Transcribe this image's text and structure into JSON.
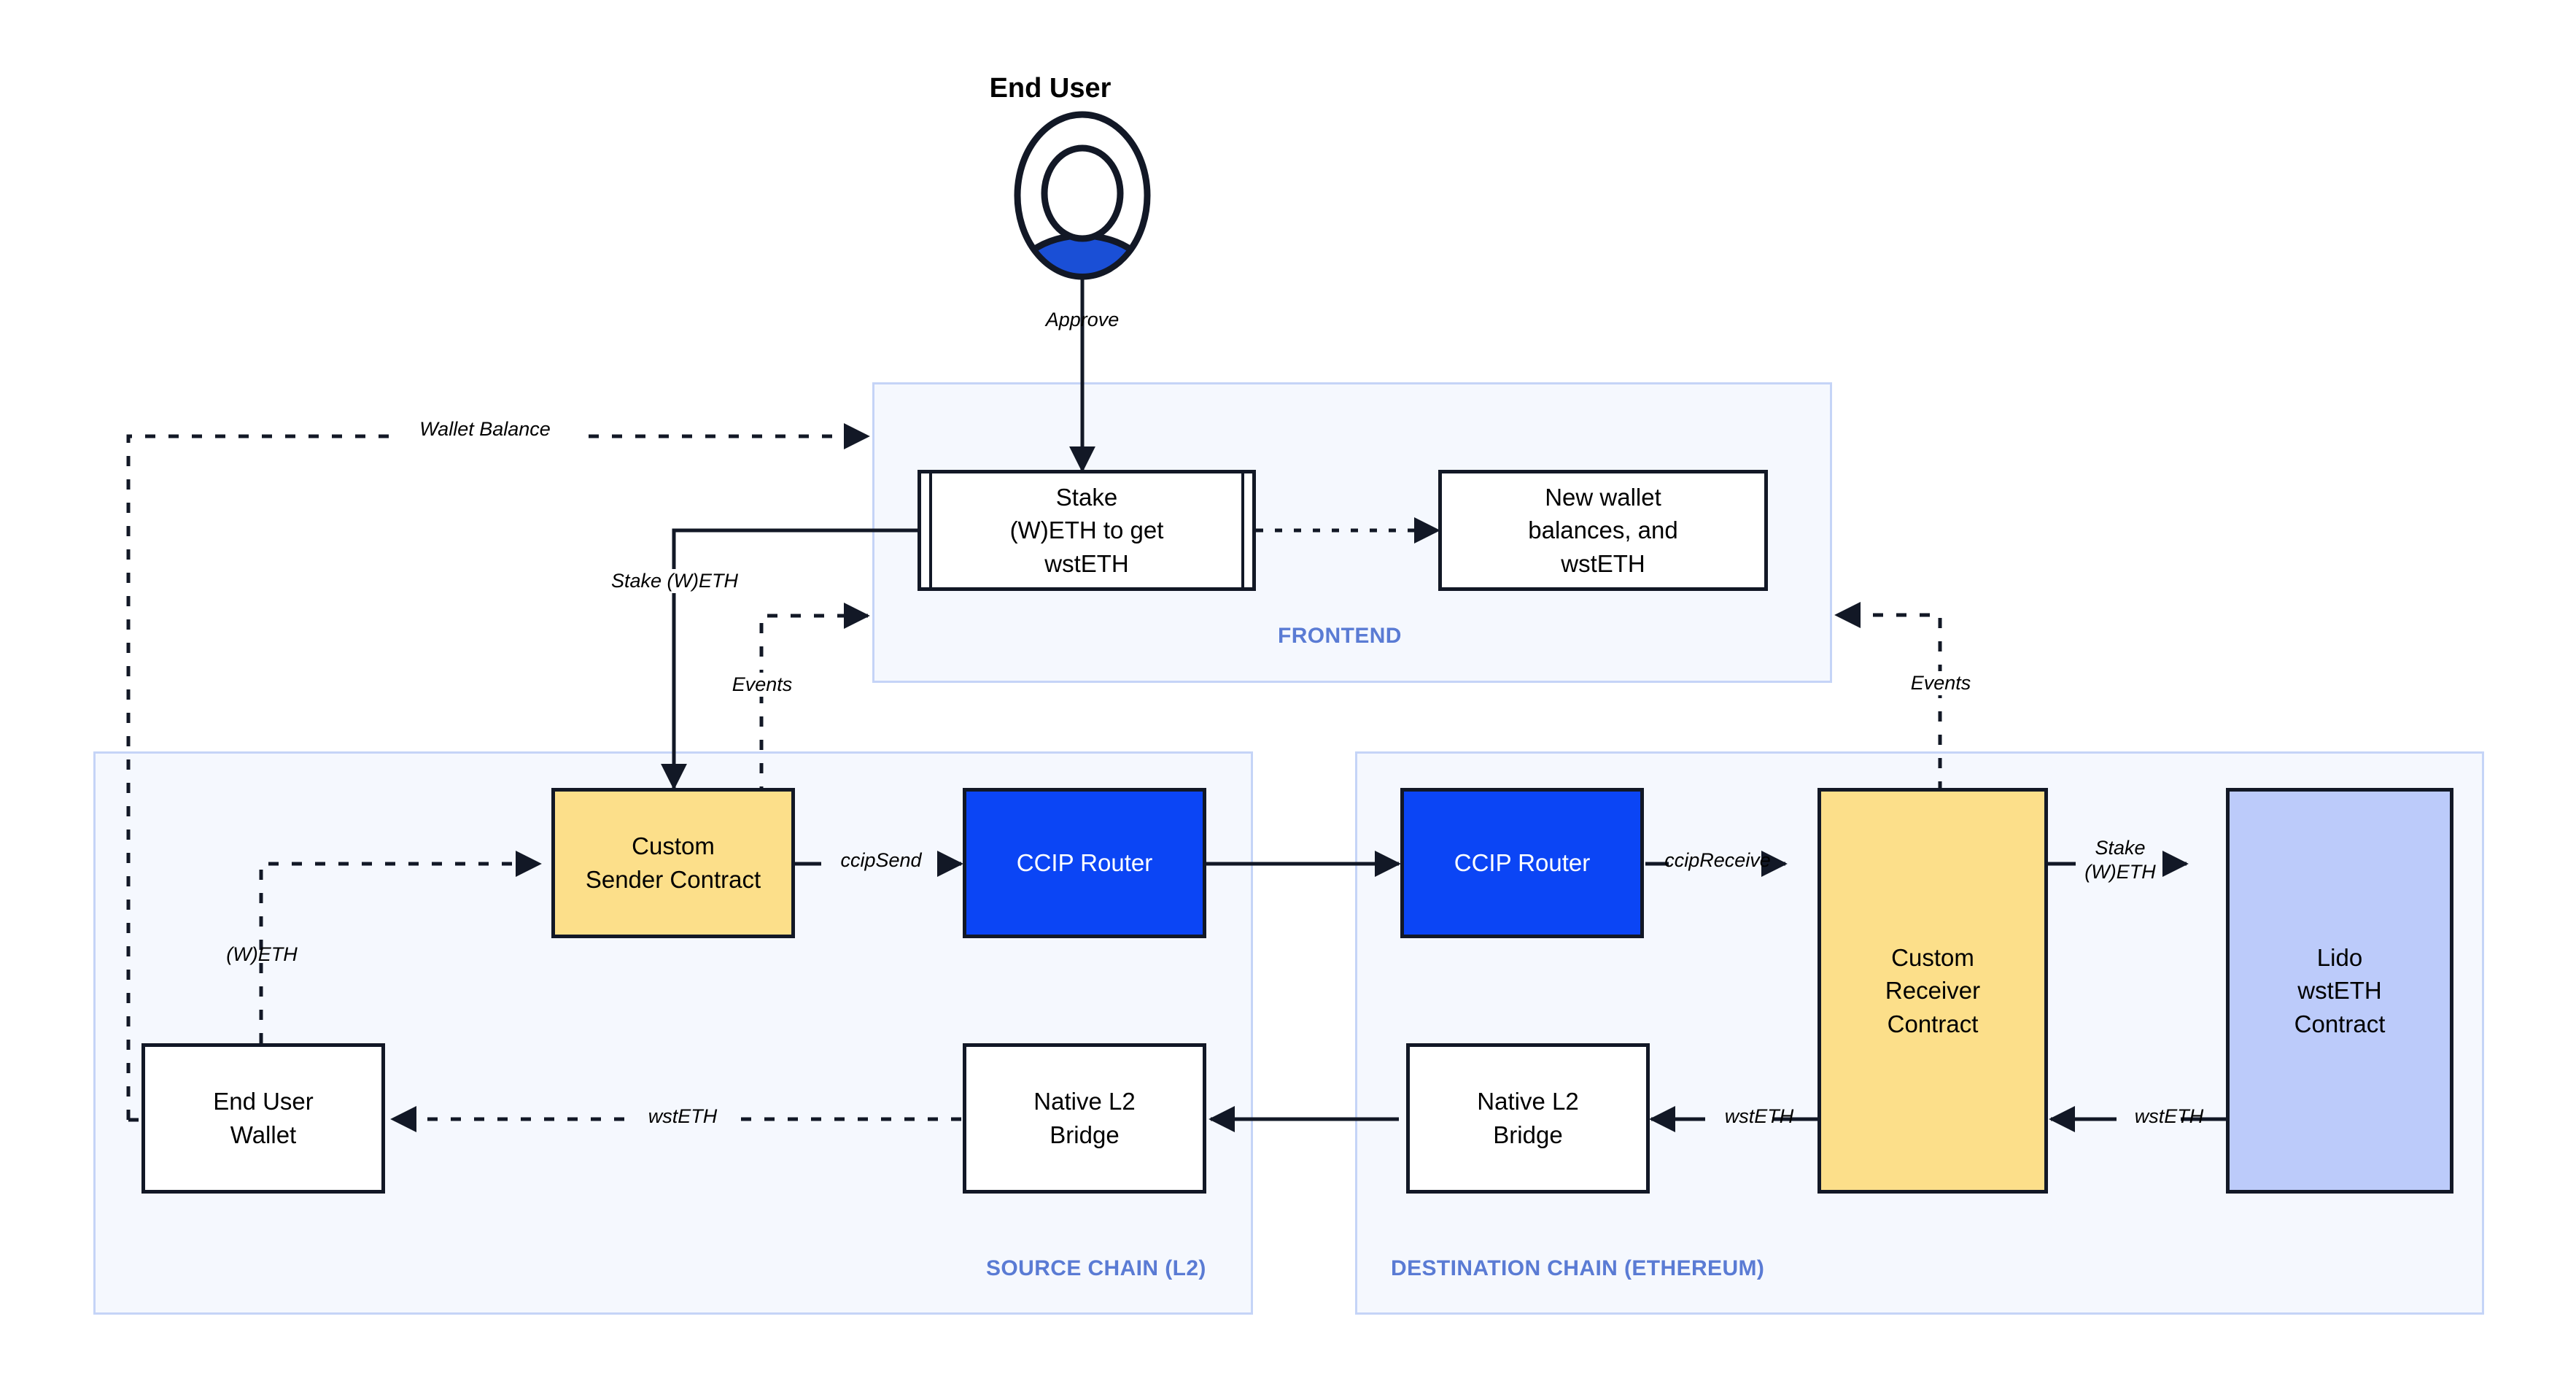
{
  "diagram": {
    "title": "CCIP cross-chain Lido wstETH staking architecture",
    "colors": {
      "router_blue": "#0b45f5",
      "custom_contract_yellow": "#fcdf8a",
      "lido_lavender": "#bccbfa",
      "lane_fill": "#f5f8fe",
      "lane_border": "#c5d4f7",
      "lane_label": "#5a7bd4",
      "stroke": "#121826",
      "actor_body": "#1a4fd6"
    }
  },
  "actor": {
    "label": "End User",
    "icon": "user-avatar-icon"
  },
  "lanes": [
    {
      "id": "frontend",
      "label": "FRONTEND"
    },
    {
      "id": "source",
      "label": "SOURCE CHAIN (L2)"
    },
    {
      "id": "destination",
      "label": "DESTINATION CHAIN (ETHEREUM)"
    }
  ],
  "nodes": [
    {
      "id": "stake-form",
      "lane": "frontend",
      "label": "Stake\n(W)ETH to get\nwstETH",
      "shape": "subroutine",
      "fill": "white"
    },
    {
      "id": "new-balances",
      "lane": "frontend",
      "label": "New wallet\nbalances, and\nwstETH",
      "shape": "rect",
      "fill": "white"
    },
    {
      "id": "sender-contract",
      "lane": "source",
      "label": "Custom\nSender Contract",
      "shape": "rect",
      "fill": "yellow"
    },
    {
      "id": "router-source",
      "lane": "source",
      "label": "CCIP Router",
      "shape": "rect",
      "fill": "blue"
    },
    {
      "id": "wallet",
      "lane": "source",
      "label": "End User\nWallet",
      "shape": "rect",
      "fill": "white"
    },
    {
      "id": "bridge-source",
      "lane": "source",
      "label": "Native L2\nBridge",
      "shape": "rect",
      "fill": "white"
    },
    {
      "id": "router-dest",
      "lane": "destination",
      "label": "CCIP Router",
      "shape": "rect",
      "fill": "blue"
    },
    {
      "id": "receiver-contract",
      "lane": "destination",
      "label": "Custom\nReceiver\nContract",
      "shape": "rect",
      "fill": "yellow"
    },
    {
      "id": "lido-contract",
      "lane": "destination",
      "label": "Lido\nwstETH\nContract",
      "shape": "rect",
      "fill": "lavender"
    },
    {
      "id": "bridge-dest",
      "lane": "destination",
      "label": "Native L2\nBridge",
      "shape": "rect",
      "fill": "white"
    }
  ],
  "edges": [
    {
      "id": "approve",
      "label": "Approve",
      "from": "end-user",
      "to": "stake-form",
      "style": "solid"
    },
    {
      "id": "wallet-balance",
      "label": "Wallet Balance",
      "from": "wallet",
      "to": "frontend",
      "style": "dashed"
    },
    {
      "id": "stake-weth",
      "label": "Stake (W)ETH",
      "from": "stake-form",
      "to": "sender-contract",
      "style": "solid"
    },
    {
      "id": "events-left",
      "label": "Events",
      "from": "sender-contract",
      "to": "frontend",
      "style": "dashed"
    },
    {
      "id": "frontend-flow",
      "label": "",
      "from": "stake-form",
      "to": "new-balances",
      "style": "dashed"
    },
    {
      "id": "events-right",
      "label": "Events",
      "from": "receiver-contract",
      "to": "frontend",
      "style": "dashed"
    },
    {
      "id": "weth-in",
      "label": "(W)ETH",
      "from": "wallet",
      "to": "sender-contract",
      "style": "dashed"
    },
    {
      "id": "ccip-send",
      "label": "ccipSend",
      "from": "sender-contract",
      "to": "router-source",
      "style": "solid"
    },
    {
      "id": "ccip-cross",
      "label": "",
      "from": "router-source",
      "to": "router-dest",
      "style": "solid"
    },
    {
      "id": "ccip-receive",
      "label": "ccipReceive",
      "from": "router-dest",
      "to": "receiver-contract",
      "style": "solid"
    },
    {
      "id": "stake-weth-dst",
      "label": "Stake\n(W)ETH",
      "from": "receiver-contract",
      "to": "lido-contract",
      "style": "solid"
    },
    {
      "id": "wsteth-lido",
      "label": "wstETH",
      "from": "lido-contract",
      "to": "receiver-contract",
      "style": "solid"
    },
    {
      "id": "wsteth-bridge",
      "label": "wstETH",
      "from": "receiver-contract",
      "to": "bridge-dest",
      "style": "solid"
    },
    {
      "id": "bridge-cross",
      "label": "",
      "from": "bridge-dest",
      "to": "bridge-source",
      "style": "solid"
    },
    {
      "id": "wsteth-wallet",
      "label": "wstETH",
      "from": "bridge-source",
      "to": "wallet",
      "style": "dashed"
    }
  ]
}
